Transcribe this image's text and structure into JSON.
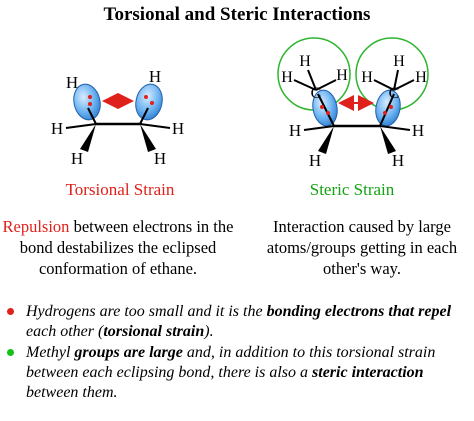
{
  "title": "Torsional and Steric Interactions",
  "left": {
    "caption": "Torsional Strain",
    "para_highlight": "Repulsion",
    "para_rest": " between electrons in the bond destabilizes the eclipsed conformation of ethane.",
    "atoms": {
      "h_top_left": "H",
      "h_top_right": "H",
      "h_side_left": "H",
      "h_side_right": "H",
      "h_bottom_left": "H",
      "h_bottom_right": "H"
    }
  },
  "right": {
    "caption": "Steric Strain",
    "para": "Interaction caused by large atoms/groups getting in each other's way.",
    "atoms": {
      "c_left": "C",
      "c_right": "C",
      "h_l1": "H",
      "h_l2": "H",
      "h_l3": "H",
      "h_r1": "H",
      "h_r2": "H",
      "h_r3": "H",
      "h_side_left": "H",
      "h_side_right": "H",
      "h_bottom_left": "H",
      "h_bottom_right": "H"
    }
  },
  "bullets": [
    {
      "p1": "Hydrogens are too small and it is the ",
      "b1": "bonding electrons that repel",
      "p2": " each other (",
      "b2": "torsional strain",
      "p3": ")."
    },
    {
      "p1": "Methyl ",
      "b1": "groups are large",
      "p2": " and, in addition to this torsional strain between each eclipsing bond, there is also a ",
      "b2": "steric interaction",
      "p3": " between them."
    }
  ],
  "colors": {
    "red": "#e0201a",
    "green": "#12a312",
    "lobe": "#5aa9ef",
    "circle": "#2fb52f"
  }
}
